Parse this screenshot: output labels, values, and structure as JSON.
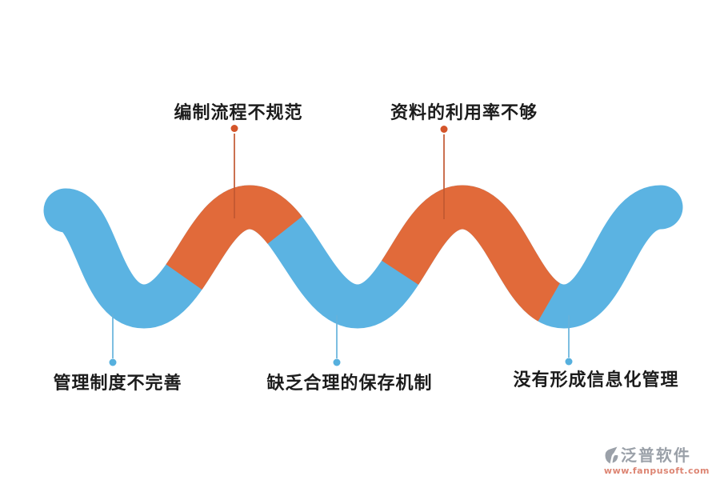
{
  "diagram": {
    "top_labels": [
      {
        "text": "编制流程不规范"
      },
      {
        "text": "资料的利用率不够"
      }
    ],
    "bottom_labels": [
      {
        "text": "管理制度不完善"
      },
      {
        "text": "缺乏合理的保存机制"
      },
      {
        "text": "没有形成信息化管理"
      }
    ]
  },
  "colors": {
    "wave_blue": "#5bb3e2",
    "wave_orange": "#e16a3a",
    "top_connector": "#c25831",
    "top_dot": "#d4552a",
    "bottom_connector": "#66b2dc",
    "bottom_dot": "#56b0de",
    "label_text": "#1c1c1c",
    "watermark_gray": "#9ba1a9",
    "watermark_link": "#dd8573"
  },
  "watermark": {
    "brand": "泛普软件",
    "url": "www.fanpusoft.com"
  }
}
